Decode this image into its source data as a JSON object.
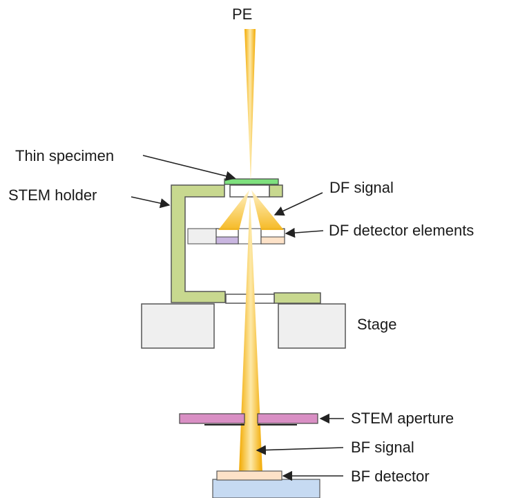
{
  "labels": {
    "pe": "PE",
    "thin_specimen": "Thin specimen",
    "stem_holder": "STEM holder",
    "df_signal": "DF signal",
    "df_detector_elements": "DF detector elements",
    "stage": "Stage",
    "stem_aperture": "STEM aperture",
    "bf_signal": "BF signal",
    "bf_detector": "BF detector"
  },
  "colors": {
    "beam": "#f6b820",
    "beam_light": "#fde9a8",
    "holder": "#c8d88f",
    "specimen": "#7ee07e",
    "stage": "#efefef",
    "aperture": "#d98fc4",
    "df_element": "#c9b6e0",
    "bf_detector": "#fde2c8",
    "bf_base": "#c6daf2",
    "outline": "#333333"
  }
}
